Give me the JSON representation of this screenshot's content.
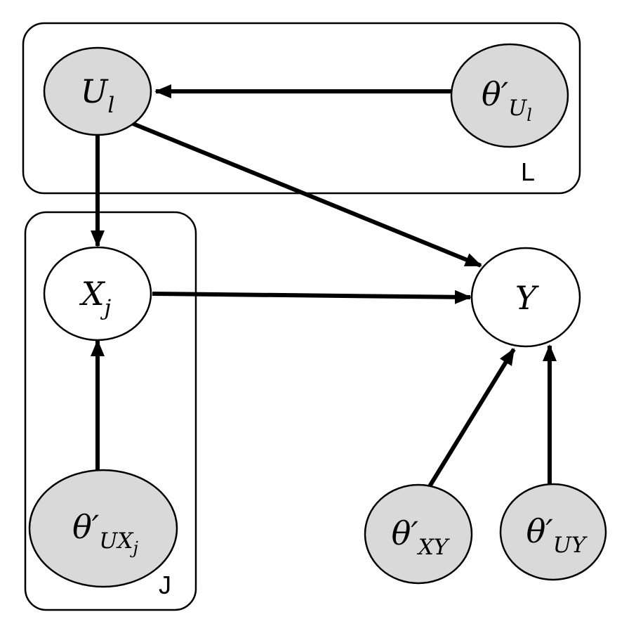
{
  "plates": {
    "L": {
      "label": "L"
    },
    "J": {
      "label": "J"
    }
  },
  "nodes": {
    "U": {
      "base": "U",
      "sub": "l"
    },
    "thetaU": {
      "base": "θ′",
      "sub": "U",
      "subsub": "l"
    },
    "X": {
      "base": "X",
      "sub": "j"
    },
    "Y": {
      "base": "Y"
    },
    "thetaUX": {
      "base": "θ′",
      "sub": "UX",
      "subsub": "j"
    },
    "thetaXY": {
      "base": "θ′",
      "sub": "XY"
    },
    "thetaUY": {
      "base": "θ′",
      "sub": "UY"
    }
  },
  "colors": {
    "shaded": "#d9d9d9",
    "plain": "#ffffff",
    "line": "#000000"
  }
}
